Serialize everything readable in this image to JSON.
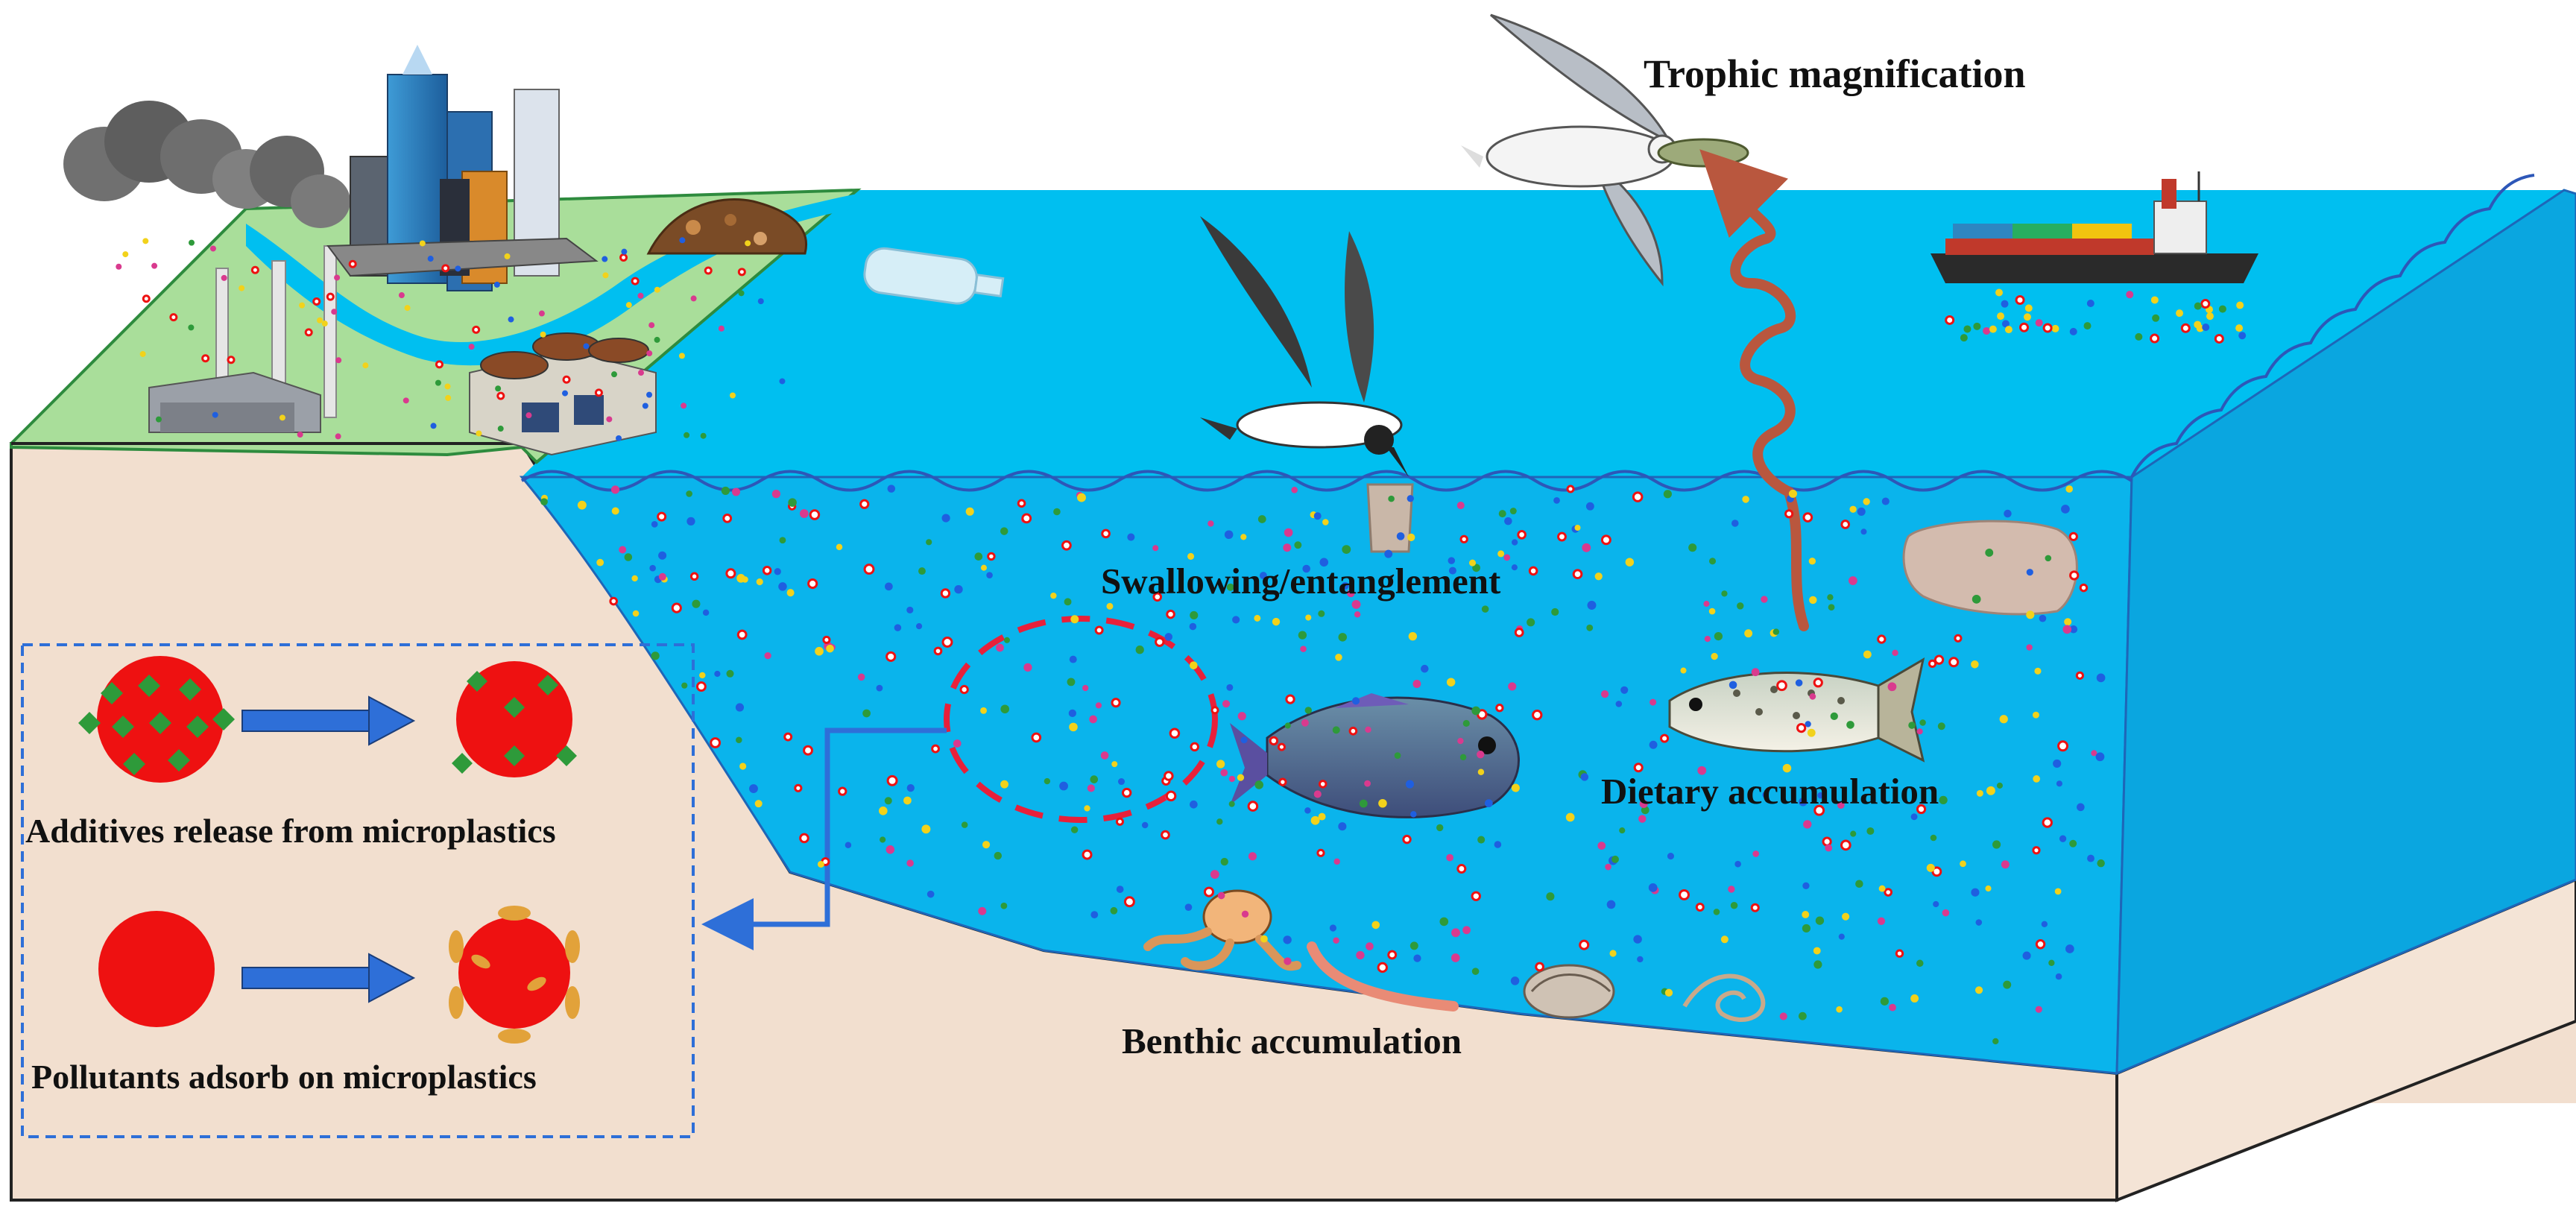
{
  "labels": {
    "trophic": "Trophic magnification",
    "swallowing": "Swallowing/entanglement",
    "dietary": "Dietary accumulation",
    "benthic": "Benthic accumulation",
    "additives": "Additives release from microplastics",
    "pollutants": "Pollutants adsorb on microplastics"
  },
  "colors": {
    "ocean_top": "#00BFF0",
    "ocean_body": "#0AB4EC",
    "ocean_side": "#0AA6E0",
    "seabed": "#F2DFCF",
    "land": "#A9DE9A",
    "microplastic": "#EE1111",
    "additive": "#2E9A3A",
    "pollutant": "#E2A23A",
    "arrow_blue": "#2E6FD8",
    "trophic_arrow": "#B9573E",
    "box_border": "#2E6FD8"
  },
  "particle_colors": [
    "#EE1111",
    "#1F5FE0",
    "#F2D21B",
    "#2E9A3A",
    "#D93A8E"
  ],
  "icons": {
    "factory": "factory-icon",
    "city": "city-icon",
    "landfill": "landfill-icon",
    "treatment_plant": "wastewater-plant-icon",
    "bottle": "plastic-bottle-icon",
    "ship": "cargo-ship-icon",
    "bird_flying": "seabird-icon",
    "bird_catching": "gull-with-fish-icon",
    "plastic_bag": "plastic-bag-icon",
    "fish_blue": "surgeonfish-icon",
    "fish_spotted": "trout-icon",
    "octopus": "octopus-icon",
    "worm": "worm-icon",
    "clam": "clam-icon",
    "nematode": "nematode-icon"
  }
}
